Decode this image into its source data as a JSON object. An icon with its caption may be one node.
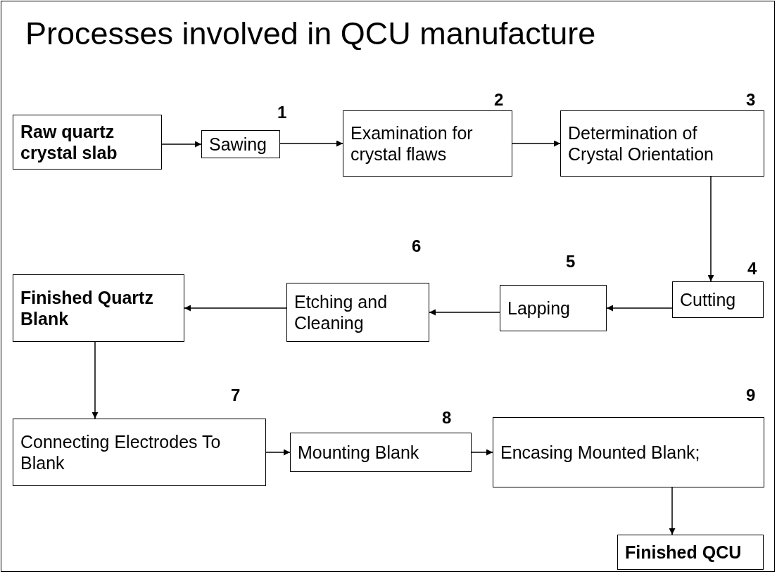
{
  "diagram": {
    "title": "Processes involved in QCU manufacture",
    "nodes": [
      {
        "text": [
          "Raw quartz crystal slab"
        ]
      },
      {
        "text": [
          "Sawing"
        ],
        "beside": [
          "1"
        ]
      },
      {
        "text": [
          "Examination for crystal flaws"
        ],
        "beside": [
          "2"
        ]
      },
      {
        "text": [
          "Determination of Crystal Orientation"
        ],
        "beside": [
          "3"
        ]
      },
      {
        "text": [
          "Cutting"
        ],
        "beside": [
          "4"
        ]
      },
      {
        "text": [
          "Lapping"
        ],
        "beside": [
          "5"
        ]
      },
      {
        "text": [
          "Etching and Cleaning"
        ],
        "beside": [
          "6"
        ]
      },
      {
        "text": [
          "Finished Quartz Blank"
        ]
      },
      {
        "text": [
          "Connecting Electrodes To Blank"
        ],
        "beside": [
          "7"
        ]
      },
      {
        "text": [
          "Mounting Blank"
        ],
        "beside": [
          "8"
        ]
      },
      {
        "text": [
          "Encasing Mounted Blank;"
        ],
        "beside": [
          "9"
        ]
      },
      {
        "text": [
          "Finished QCU"
        ]
      }
    ],
    "edges": [
      {
        "from": 0,
        "to": 1,
        "arrow": "to"
      },
      {
        "from": 1,
        "to": 2,
        "arrow": "to"
      },
      {
        "from": 2,
        "to": 3,
        "arrow": "to"
      },
      {
        "from": 3,
        "to": 4,
        "arrow": "to"
      },
      {
        "from": 4,
        "to": 5,
        "arrow": "to"
      },
      {
        "from": 5,
        "to": 6,
        "arrow": "to"
      },
      {
        "from": 6,
        "to": 7,
        "arrow": "to"
      },
      {
        "from": 7,
        "to": 8,
        "arrow": "to"
      },
      {
        "from": 8,
        "to": 9,
        "arrow": "to"
      },
      {
        "from": 9,
        "to": 10,
        "arrow": "to"
      },
      {
        "from": 10,
        "to": 11,
        "arrow": "to"
      }
    ]
  }
}
